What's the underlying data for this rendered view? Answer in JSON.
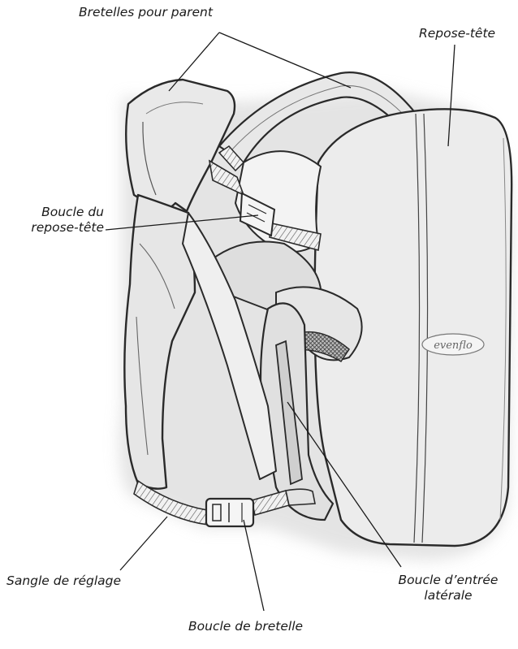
{
  "labels": {
    "parent_straps": "Bretelles pour parent",
    "headrest": "Repose-tête",
    "headrest_buckle_line1": "Boucle du",
    "headrest_buckle_line2": "repose-tête",
    "adjustment_strap": "Sangle de réglage",
    "side_entry_buckle_line1": "Boucle d’entrée",
    "side_entry_buckle_line2": "latérale",
    "strap_buckle": "Boucle de bretelle"
  },
  "brand": "evenflo",
  "colors": {
    "outline": "#2a2a2a",
    "fabric": "#e4e4e4",
    "fabric_light": "#f0f0f0",
    "fabric_shadow": "#c8c8c8",
    "halo": "#d8d8d8"
  }
}
